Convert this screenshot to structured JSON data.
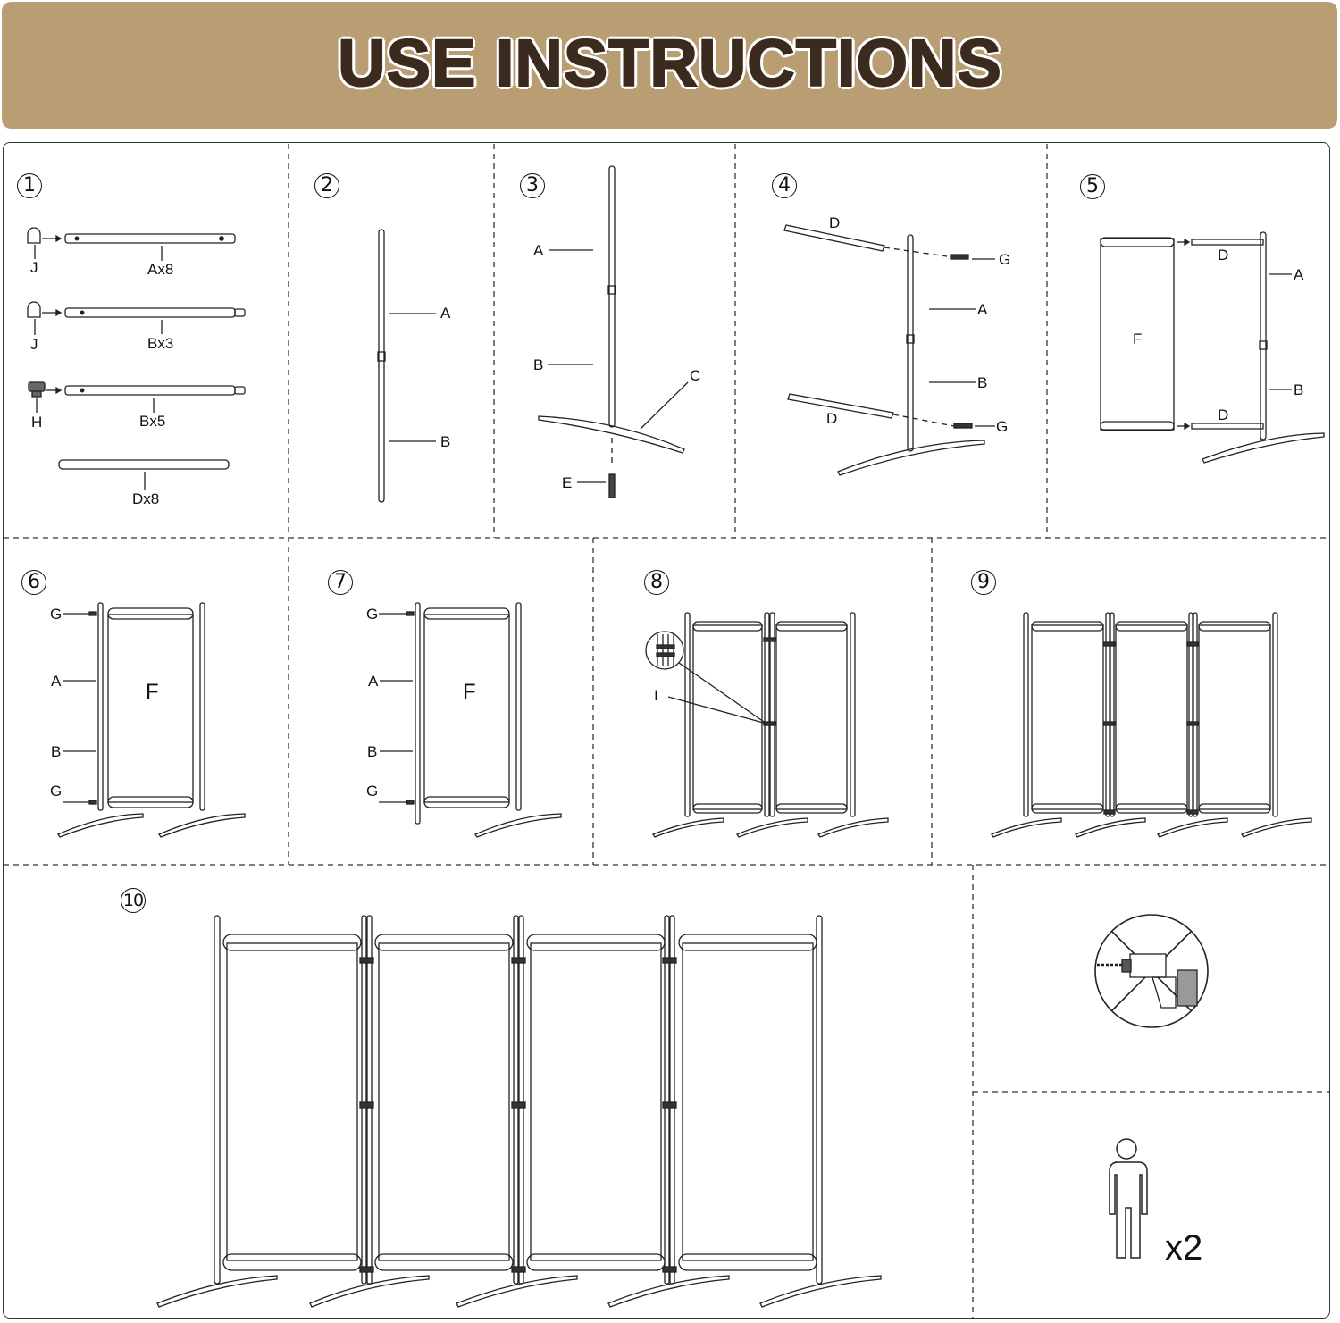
{
  "banner": {
    "title": "USE INSTRUCTIONS",
    "color": "#b99e74",
    "text_color": "#3b2a1e"
  },
  "steps": [
    "1",
    "2",
    "3",
    "4",
    "5",
    "6",
    "7",
    "8",
    "9",
    "10"
  ],
  "parts": {
    "A_count": "Ax8",
    "B3_count": "Bx3",
    "B5_count": "Bx5",
    "D_count": "Dx8",
    "J": "J",
    "H": "H",
    "A": "A",
    "B": "B",
    "C": "C",
    "D": "D",
    "E": "E",
    "F": "F",
    "G": "G",
    "I": "I"
  },
  "people": {
    "count_label": "x2"
  },
  "icons": [
    "no-drill-icon",
    "person-icon"
  ]
}
